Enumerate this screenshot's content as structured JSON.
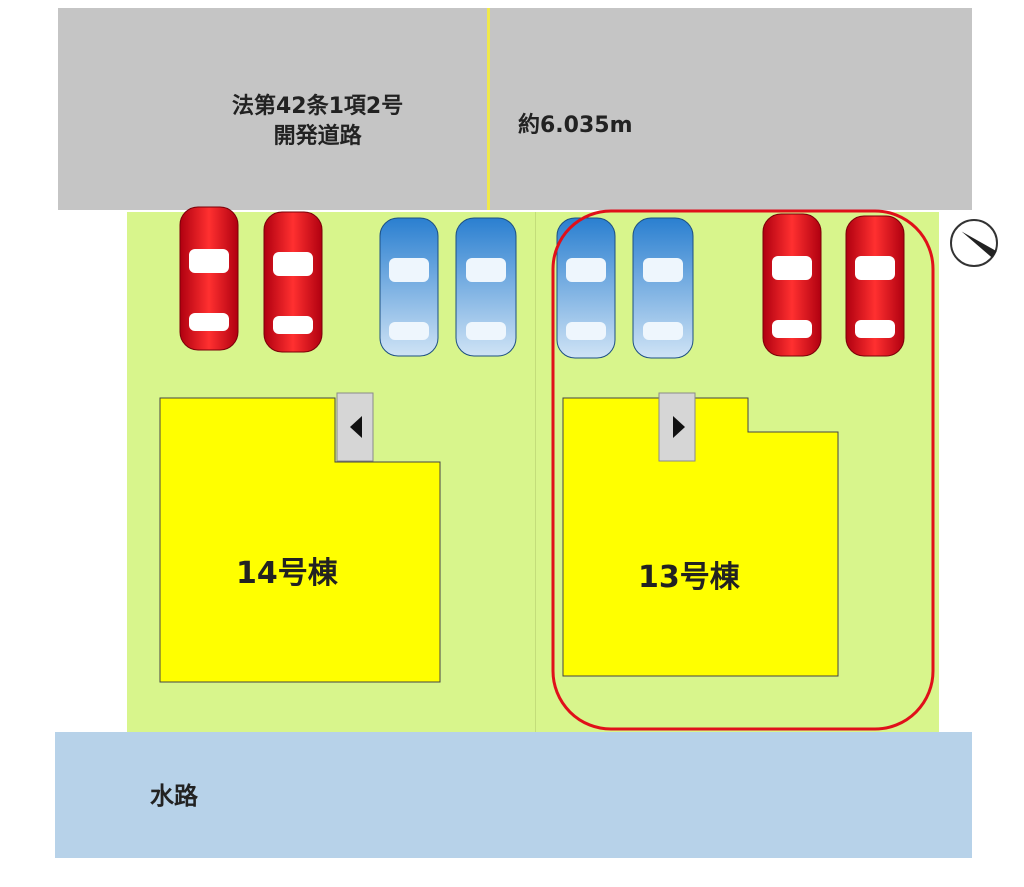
{
  "road": {
    "label_line1": "法第42条1項2号",
    "label_line2": "開発道路",
    "width_label": "約6.035m"
  },
  "houses": [
    {
      "label": "14号棟",
      "entrance_arrow": "left"
    },
    {
      "label": "13号棟",
      "entrance_arrow": "right"
    }
  ],
  "canal": {
    "label": "水路"
  },
  "cars": [
    {
      "color": "red"
    },
    {
      "color": "red"
    },
    {
      "color": "blue"
    },
    {
      "color": "blue"
    },
    {
      "color": "blue"
    },
    {
      "color": "blue"
    },
    {
      "color": "red"
    },
    {
      "color": "red"
    }
  ],
  "highlight": {
    "target": "13号棟",
    "color": "#e0101a"
  },
  "compass": {
    "icon": "north-arrow-icon"
  },
  "colors": {
    "road": "#c5c5c5",
    "lot": "#d8f58c",
    "house": "#ffff00",
    "canal": "#b7d2e9",
    "car_red": "#e0101a",
    "car_blue": "#3a8cd6"
  }
}
